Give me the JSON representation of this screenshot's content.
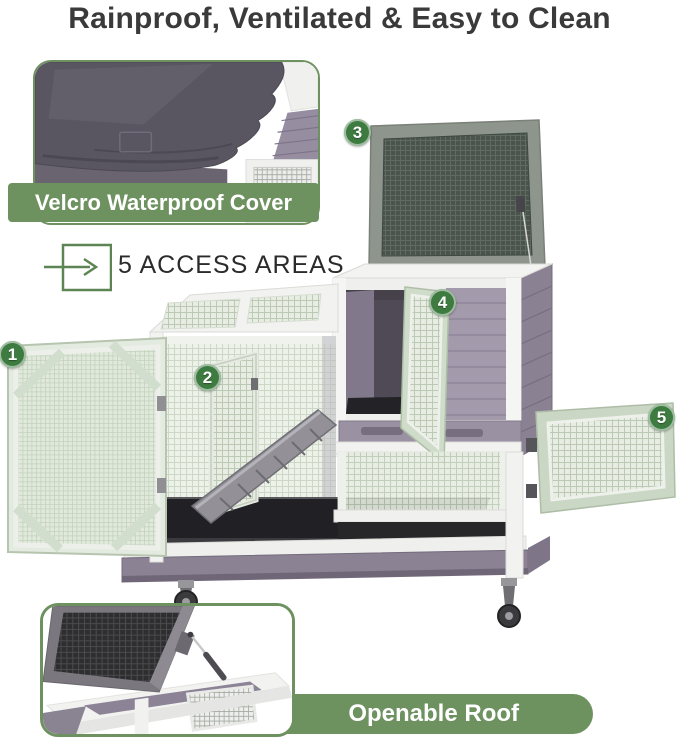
{
  "title": "Rainproof, Ventilated & Easy to Clean",
  "callouts": {
    "velcro_cover": "Velcro Waterproof Cover",
    "access_areas": "5 ACCESS AREAS",
    "openable_roof": "Openable Roof"
  },
  "badges": [
    "1",
    "2",
    "3",
    "4",
    "5"
  ],
  "icons": {
    "access": "arrow-into-square-icon"
  },
  "colors": {
    "banner_green": "#6e9160",
    "badge_green": "#3e7b41",
    "outline_green": "#5d8554",
    "title_text": "#3a3a3a",
    "banner_text": "#ffffff",
    "wood_white": "#f2f2f0",
    "panel_mauve": "#9b92a3",
    "mesh_pale_green": "#e6ece1",
    "roof_mesh_dark": "#49534b",
    "cover_gray": "#5a5661",
    "tray_black": "#212124"
  }
}
